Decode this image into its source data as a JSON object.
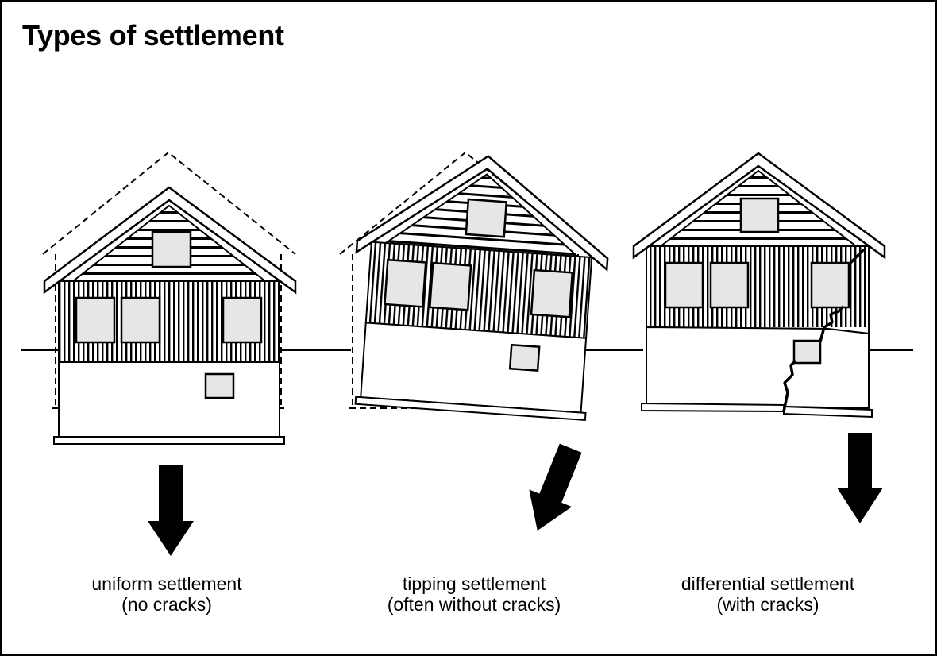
{
  "title": "Types of settlement",
  "colors": {
    "ink": "#000000",
    "paper": "#ffffff",
    "window": "#e6e6e6"
  },
  "panels": [
    {
      "id": "uniform",
      "label_line1": "uniform settlement",
      "label_line2": "(no cracks)"
    },
    {
      "id": "tipping",
      "label_line1": "tipping settlement",
      "label_line2": "(often without cracks)"
    },
    {
      "id": "differential",
      "label_line1": "differential settlement",
      "label_line2": "(with cracks)"
    }
  ]
}
